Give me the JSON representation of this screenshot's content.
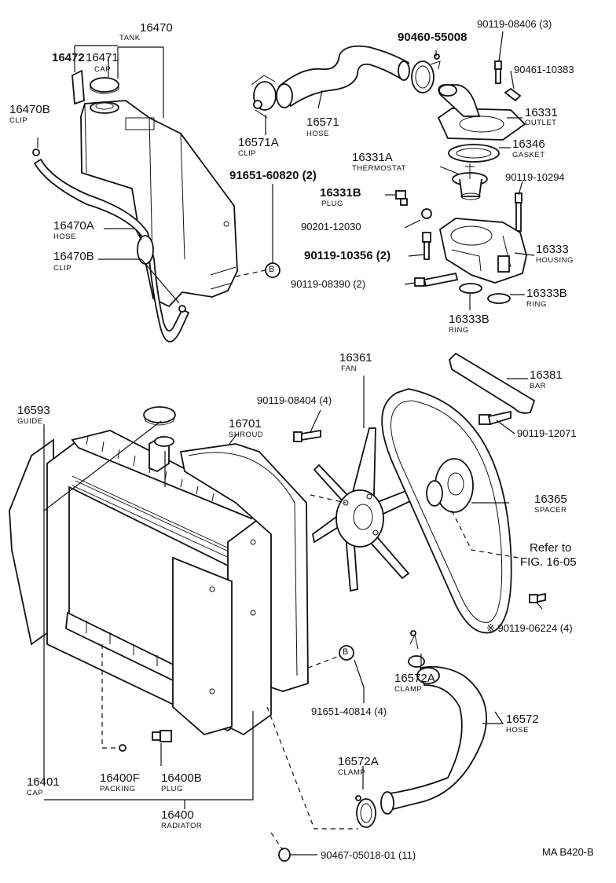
{
  "labels": {
    "p16470": "16470",
    "n_tank": "TANK",
    "p16472": "16472",
    "p16471": "16471",
    "n_cap1": "CAP",
    "p16470b_top": "16470B",
    "n_clip_top": "CLIP",
    "p16470a": "16470A",
    "n_hose1": "HOSE",
    "p16470b_bot": "16470B",
    "n_clip_bot": "CLIP",
    "p16571": "16571",
    "n_hose2": "HOSE",
    "p16571a": "16571A",
    "n_clip3": "CLIP",
    "p91651_60820": "91651-60820 (2)",
    "p90460": "90460-55008",
    "p90119_08406": "90119-08406 (3)",
    "p90461": "90461-10383",
    "p16331": "16331",
    "n_outlet": "OUTLET",
    "p16346": "16346",
    "n_gasket": "GASKET",
    "p16331a": "16331A",
    "n_thermostat": "THERMOSTAT",
    "p90119_10294": "90119-10294",
    "p16331b": "16331B",
    "n_plug1": "PLUG",
    "p90201": "90201-12030",
    "p90119_10356": "90119-10356 (2)",
    "p16333": "16333",
    "n_housing": "HOUSING",
    "p90119_08390": "90119-08390 (2)",
    "p16333b_r": "16333B",
    "n_ring_r": "RING",
    "p16333b_l": "16333B",
    "n_ring_l": "RING",
    "p16361": "16361",
    "n_fan": "FAN",
    "p16381": "16381",
    "n_bar": "BAR",
    "p90119_08404": "90119-08404 (4)",
    "p16593": "16593",
    "n_guide": "GUIDE",
    "p16701": "16701",
    "n_shroud": "SHROUD",
    "p90119_12071": "90119-12071",
    "p16365": "16365",
    "n_spacer": "SPACER",
    "refer": "Refer to",
    "fig": "FIG. 16-05",
    "p90119_06224": "※ 90119-06224 (4)",
    "p16572a_top": "16572A",
    "n_clamp_top": "CLAMP",
    "p91651_40814": "91651-40814 (4)",
    "p16572": "16572",
    "n_hose3": "HOSE",
    "p16572a_bot": "16572A",
    "n_clamp_bot": "CLAMP",
    "p16401": "16401",
    "n_cap2": "CAP",
    "p16400f": "16400F",
    "n_packing": "PACKING",
    "p16400b": "16400B",
    "n_plug2": "PLUG",
    "p16400": "16400",
    "n_radiator": "RADIATOR",
    "p90467": "90467-05018-01 (11)",
    "code": "MA B420-B",
    "ref_b1": "B",
    "ref_b2": "B"
  }
}
